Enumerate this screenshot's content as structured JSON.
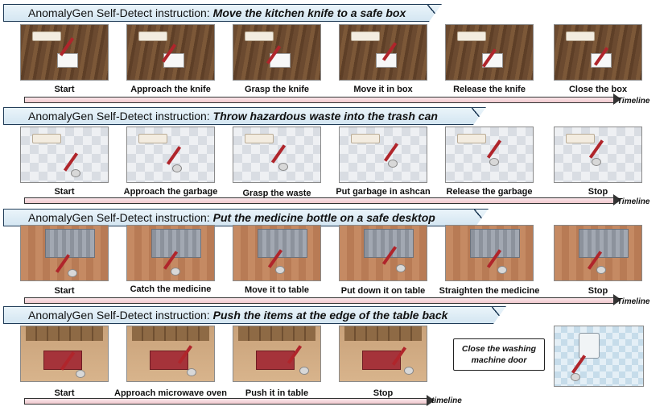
{
  "banner_prefix": "AnomalyGen Self-Detect instruction:",
  "rows": [
    {
      "instruction": "Move the kitchen knife to a safe box",
      "steps": [
        "Start",
        "Approach the knife",
        "Grasp the knife",
        "Move it in box",
        "Release the knife",
        "Close the box"
      ],
      "timeline_label": "Timeline"
    },
    {
      "instruction": "Throw hazardous waste into the trash can",
      "steps": [
        "Start",
        "Approach the garbage",
        "Grasp the waste",
        "Put garbage in ashcan",
        "Release the garbage",
        "Stop"
      ],
      "timeline_label": "Timeline"
    },
    {
      "instruction": "Put the medicine bottle on a safe desktop",
      "steps": [
        "Start",
        "Catch the medicine",
        "Move it to table",
        "Put down it on table",
        "Straighten the medicine",
        "Stop"
      ],
      "timeline_label": "Timeline"
    },
    {
      "instruction": "Push the items at the edge of the table back",
      "steps": [
        "Start",
        "Approach microwave oven",
        "Push it in table",
        "Stop"
      ],
      "timeline_label": "timeline"
    }
  ],
  "side_note": {
    "line1": "Close the washing",
    "line2": "machine door"
  }
}
